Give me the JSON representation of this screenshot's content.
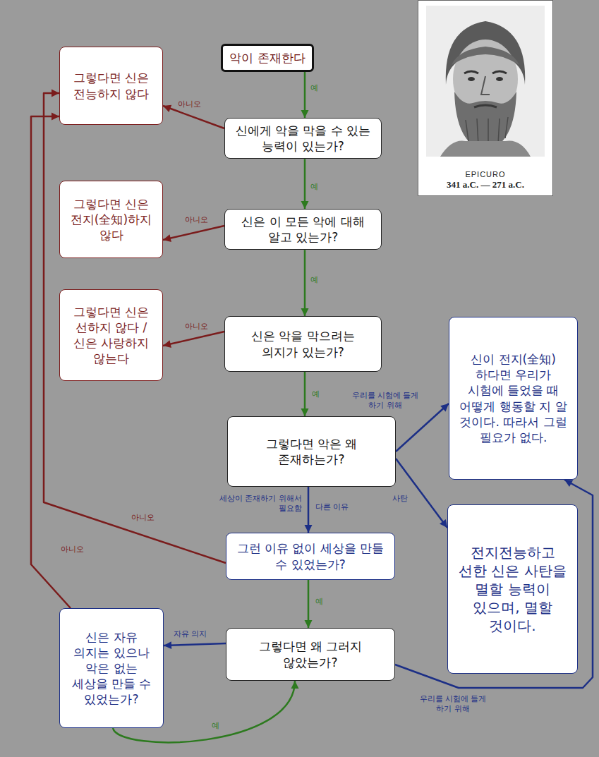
{
  "diagram": {
    "nodes": [
      {
        "text": [
          "악이 존재한다"
        ]
      },
      {
        "text": [
          "EPICURO",
          "341 a.C. — 271 a.C."
        ]
      },
      {
        "text": [
          "그렇다면 신은 전능하지 않다"
        ]
      },
      {
        "text": [
          "신에게 악을 막을 수 있는 능력이 있는가?"
        ]
      },
      {
        "text": [
          "그렇다면 신은 전지(全知)하지 않다"
        ]
      },
      {
        "text": [
          "신은 이 모든 악에 대해 알고 있는가?"
        ]
      },
      {
        "text": [
          "그렇다면 신은 선하지 않다 / 신은 사랑하지 않는다"
        ]
      },
      {
        "text": [
          "신은 악을 막으려는 의지가 있는가?"
        ]
      },
      {
        "text": [
          "신이 전지(全知)하다면 우리가 시험에 들었을 때 어떻게 행동할 지 알 것이다. 따라서 그럴 필요가 없다."
        ]
      },
      {
        "text": [
          "그렇다면 악은 왜 존재하는가?"
        ]
      },
      {
        "text": [
          "전지전능하고 선한 신은 사탄을 멸할 능력이 있으며, 멸할 것이다."
        ]
      },
      {
        "text": [
          "그런 이유 없이 세상을 만들 수 있었는가?"
        ]
      },
      {
        "text": [
          "신은 자유 의지는 있으나 악은 없는 세상을 만들 수 있었는가?"
        ]
      },
      {
        "text": [
          "그렇다면 왜 그러지 않았는가?"
        ]
      }
    ],
    "edges": [
      {
        "from": 0,
        "to": 3,
        "label": "예",
        "arrow": "to"
      },
      {
        "from": 3,
        "to": 2,
        "label": "아니오",
        "arrow": "to"
      },
      {
        "from": 3,
        "to": 5,
        "label": "예",
        "arrow": "to"
      },
      {
        "from": 5,
        "to": 4,
        "label": "아니오",
        "arrow": "to"
      },
      {
        "from": 5,
        "to": 7,
        "label": "예",
        "arrow": "to"
      },
      {
        "from": 7,
        "to": 6,
        "label": "아니오",
        "arrow": "to"
      },
      {
        "from": 7,
        "to": 9,
        "label": "예",
        "arrow": "to"
      },
      {
        "from": 9,
        "to": 8,
        "label": "우리를 시험에 들게 하기 위해",
        "arrow": "to"
      },
      {
        "from": 9,
        "to": 10,
        "label": "사탄",
        "arrow": "to"
      },
      {
        "from": 9,
        "to": 11,
        "label": "세상이 존재하기 위해서 필요함",
        "arrow": "to"
      },
      {
        "from": 11,
        "to": 2,
        "label": "아니오",
        "arrow": "to"
      },
      {
        "from": 11,
        "to": 13,
        "label": "예",
        "arrow": "to"
      },
      {
        "from": 13,
        "to": 12,
        "label": "자유 의지",
        "arrow": "to"
      },
      {
        "from": 12,
        "to": 2,
        "label": "아니오",
        "arrow": "to"
      },
      {
        "from": 12,
        "to": 13,
        "label": "예",
        "arrow": "to"
      },
      {
        "from": 13,
        "to": 8,
        "label": "우리를 시험에 들게 하기 위해",
        "arrow": "to"
      }
    ],
    "labels": [
      "다른 이유"
    ]
  }
}
